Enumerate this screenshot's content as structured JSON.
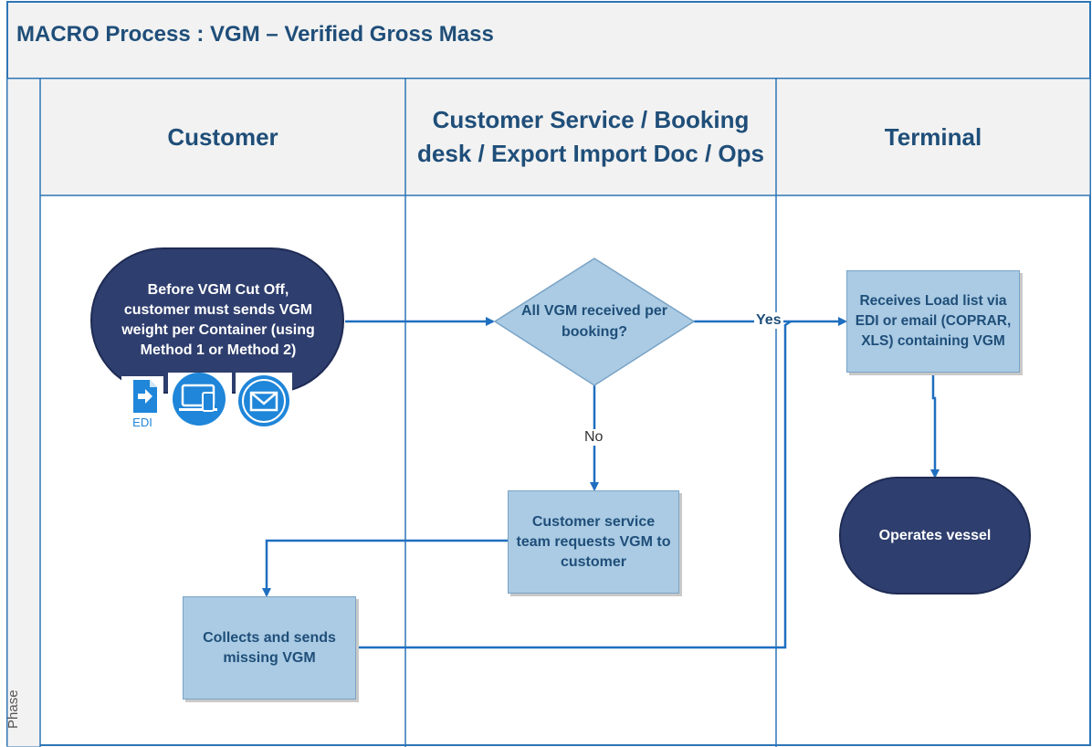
{
  "title": "MACRO Process : VGM – Verified Gross Mass",
  "phase_label": "Phase",
  "lanes": [
    {
      "label": "Customer"
    },
    {
      "label": "Customer Service / Booking desk / Export Import Doc / Ops"
    },
    {
      "label": "Terminal"
    }
  ],
  "nodes": {
    "start": "Before VGM Cut Off, customer must sends VGM weight per Container (using Method 1 or Method 2)",
    "decision": "All VGM received per booking?",
    "request": "Customer service team requests VGM to customer",
    "collect": "Collects and sends missing VGM",
    "receive": "Receives Load list via EDI or email (COPRAR, XLS) containing VGM",
    "operate": "Operates vessel"
  },
  "icons": {
    "edi_label": "EDI",
    "names": [
      "edi-file-icon",
      "devices-icon",
      "email-icon"
    ]
  },
  "edge_labels": {
    "yes": "Yes",
    "no": "No"
  },
  "colors": {
    "title_text": "#1f4e79",
    "dark_node": "#2e3e6e",
    "light_node": "#aacbe3",
    "connector": "#1f6fbf",
    "header_bg": "#f2f2f2"
  }
}
